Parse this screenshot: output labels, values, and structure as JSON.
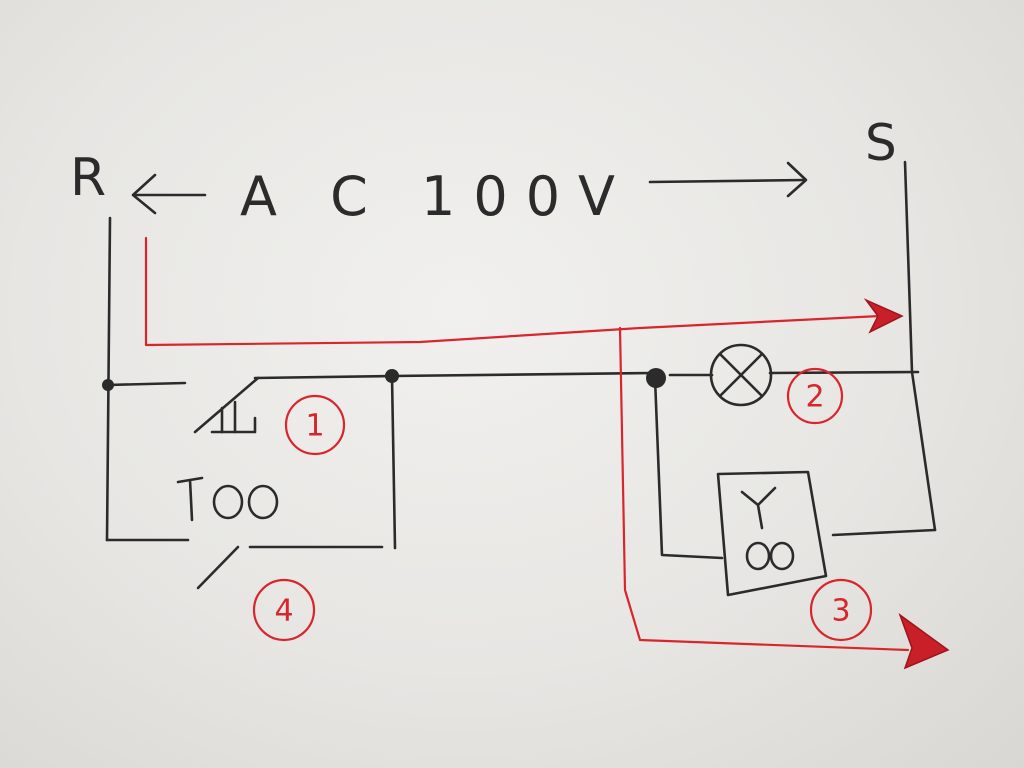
{
  "diagram": {
    "left_terminal": "R",
    "right_terminal": "S",
    "voltage_label": "A C 100V",
    "lamp_number": "2",
    "switch_number": "1",
    "timer_number": "3",
    "relay_number": "4",
    "relay_symbol": "Too",
    "timer_symbol_top": "Y",
    "timer_symbol_bottom": "oo"
  },
  "colors": {
    "ink": "#2b2b2b",
    "red": "#d8262c"
  }
}
